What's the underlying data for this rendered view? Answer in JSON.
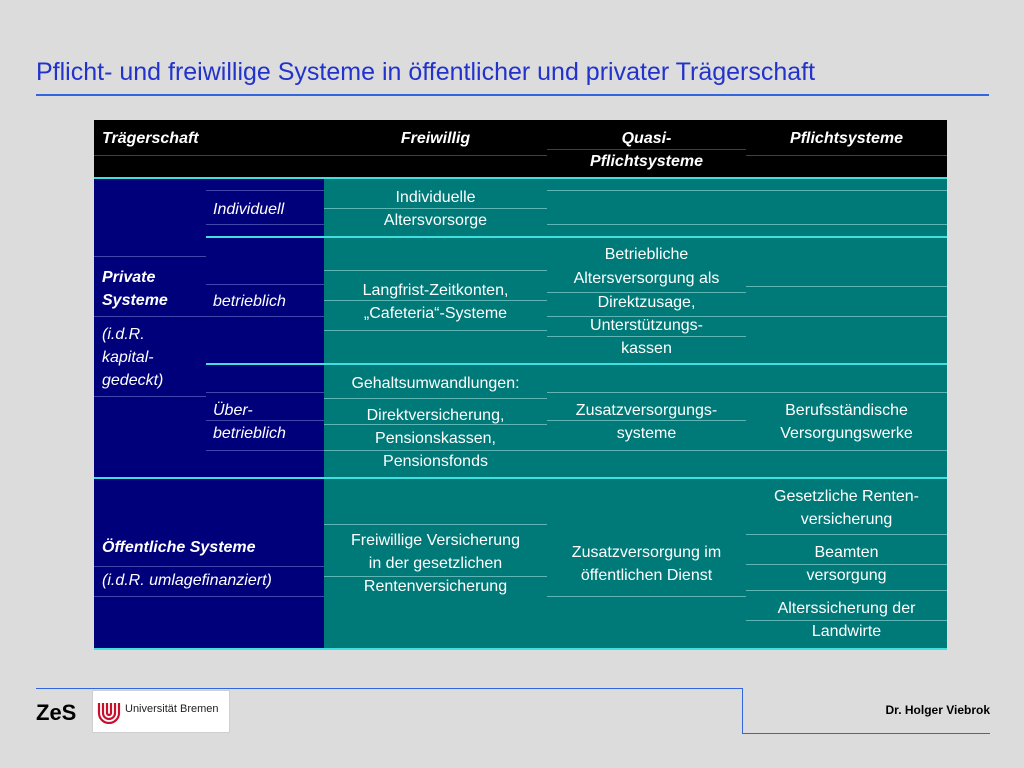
{
  "title": "Pflicht- und freiwillige Systeme in öffentlicher und privater Trägerschaft",
  "table": {
    "headers": {
      "traeger": "Trägerschaft",
      "freiwillig": "Freiwillig",
      "quasi_1": "Quasi-",
      "quasi_2": "Pflichtsysteme",
      "pflicht": "Pflichtsysteme"
    },
    "private": {
      "label_1": "Private",
      "label_2": "Systeme",
      "note_1": "(i.d.R.",
      "note_2": "kapital-",
      "note_3": "gedeckt)",
      "individuell": {
        "label": "Individuell",
        "freiwillig_1": "Individuelle",
        "freiwillig_2": "Altersvorsorge"
      },
      "betrieblich": {
        "label": "betrieblich",
        "freiwillig_1": "Langfrist-Zeitkonten,",
        "freiwillig_2": "„Cafeteria“-Systeme",
        "quasi_1": "Betriebliche",
        "quasi_2": "Altersversorgung als",
        "quasi_3": "Direktzusage,",
        "quasi_4": "Unterstützungs-",
        "quasi_5": "kassen"
      },
      "ueberbetrieblich": {
        "label_1": "Über-",
        "label_2": "betrieblich",
        "freiwillig_1": "Gehaltsumwandlungen:",
        "freiwillig_2": "Direktversicherung,",
        "freiwillig_3": "Pensionskassen,",
        "freiwillig_4": "Pensionsfonds",
        "quasi_1": "Zusatzversorgungs-",
        "quasi_2": "systeme",
        "pflicht_1": "Berufsständische",
        "pflicht_2": "Versorgungswerke"
      }
    },
    "public": {
      "label": "Öffentliche Systeme",
      "note": "(i.d.R. umlagefinanziert)",
      "freiwillig_1": "Freiwillige Versicherung",
      "freiwillig_2": "in der gesetzlichen",
      "freiwillig_3": "Rentenversicherung",
      "quasi_1": "Zusatzversorgung im",
      "quasi_2": "öffentlichen Dienst",
      "pflicht_a1": "Gesetzliche Renten-",
      "pflicht_a2": "versicherung",
      "pflicht_b1": "Beamten",
      "pflicht_b2": "versorgung",
      "pflicht_c1": "Alterssicherung der",
      "pflicht_c2": "Landwirte"
    }
  },
  "footer": {
    "org": "ZeS",
    "logo_text": "Universität Bremen",
    "author": "Dr. Holger Viebrok"
  },
  "colors": {
    "title": "#2233cc",
    "header_bg": "#000000",
    "navy": "#00007a",
    "teal": "#007a78",
    "separator": "#40e0e0",
    "rule": "#3366dd",
    "logo_red": "#c8102e"
  }
}
